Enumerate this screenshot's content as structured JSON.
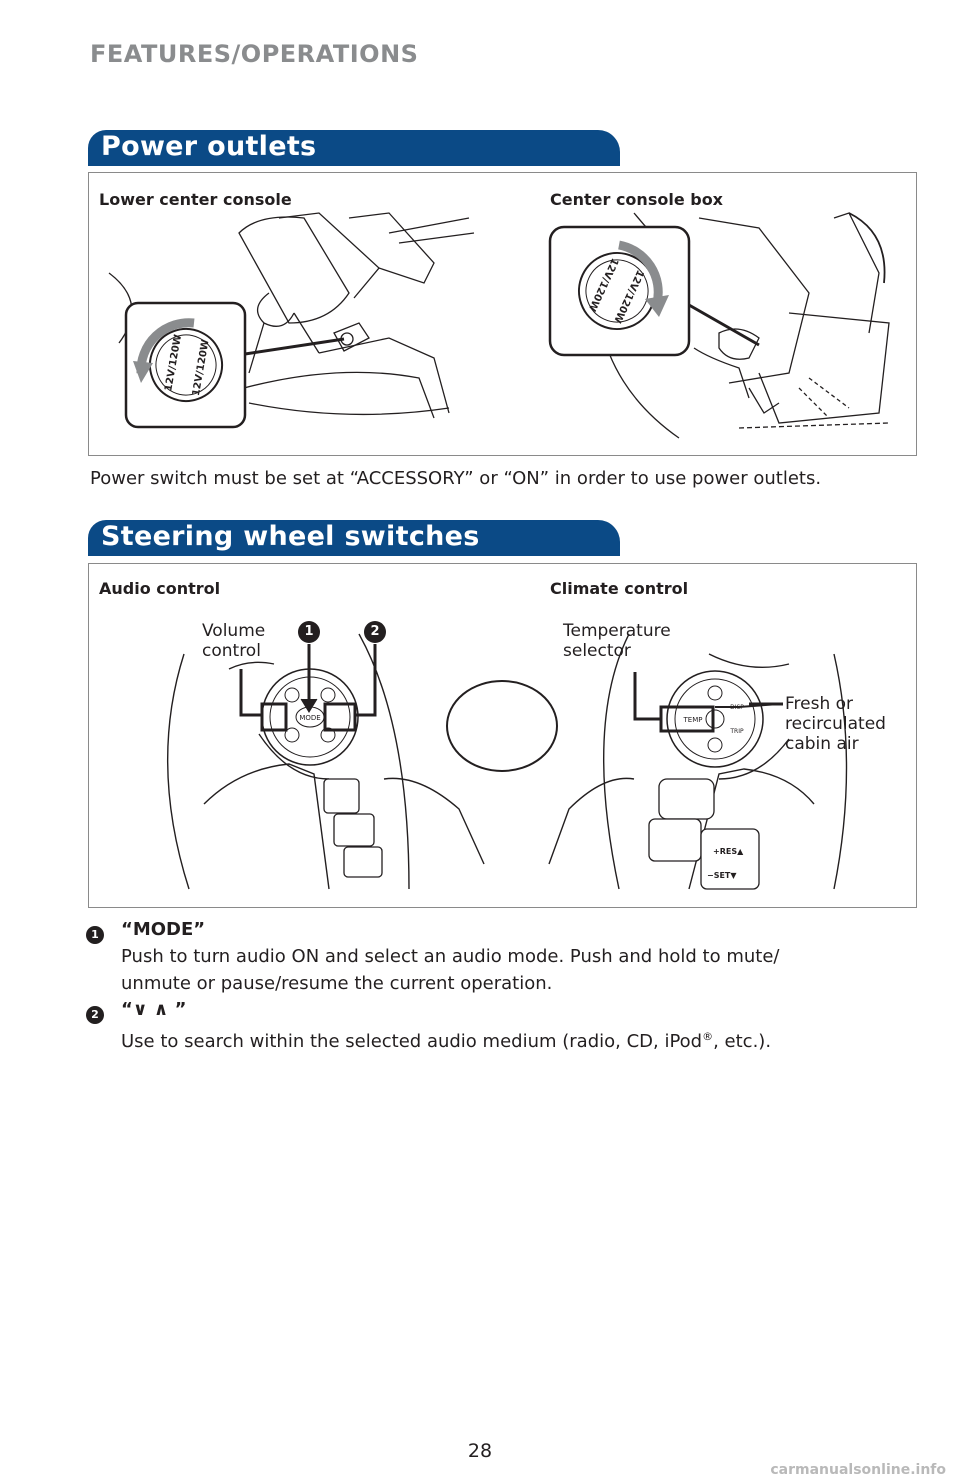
{
  "header": {
    "section": "FEATURES/OPERATIONS"
  },
  "power_outlets": {
    "title": "Power outlets",
    "lower_label": "Lower center console",
    "box_label": "Center console box",
    "outlet_marking": "12V/120W",
    "note": "Power switch must be set at “ACCESSORY” or “ON” in order to use power outlets."
  },
  "steering": {
    "title": "Steering wheel switches",
    "audio_label": "Audio control",
    "climate_label": "Climate control",
    "volume_line1": "Volume",
    "volume_line2": "control",
    "temp_line1": "Temperature",
    "temp_line2": "selector",
    "fresh_line1": "Fresh or",
    "fresh_line2": "recirculated",
    "fresh_line3": "cabin air",
    "badge1": "1",
    "badge2": "2",
    "mode_button": "MODE",
    "temp_button": "TEMP",
    "defog_button": "DISP",
    "trip_button": "TRIP",
    "res_label": "+RES▲",
    "set_label": "−SET▼"
  },
  "descriptions": [
    {
      "num": "1",
      "title": "“MODE”",
      "line1": "Push to turn audio ON and select an audio mode. Push and hold to mute/",
      "line2": "unmute or pause/resume the current operation."
    },
    {
      "num": "2",
      "title": "“∨ ∧ ”",
      "line1": "Use to search within the selected audio medium (radio, CD, iPod",
      "reg": "®",
      "line1_end": ", etc.)."
    }
  ],
  "footer": {
    "page_number": "28",
    "watermark": "carmanualsonline.info"
  }
}
